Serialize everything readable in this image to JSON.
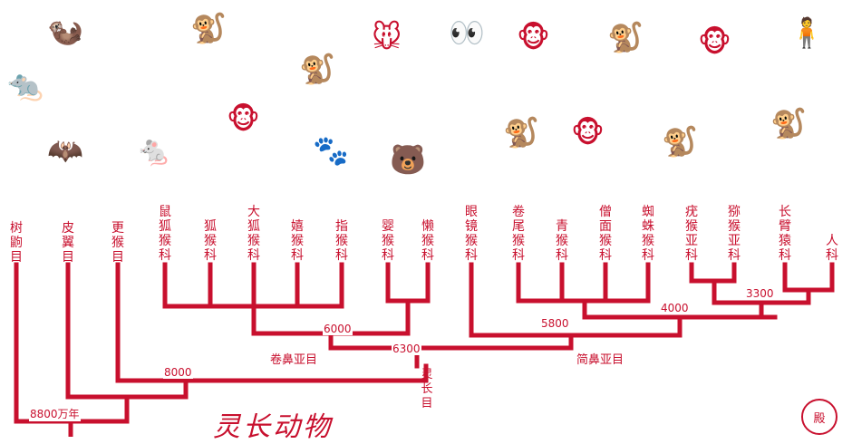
{
  "accent_color": "#c8102e",
  "title": "灵长动物",
  "seal_text": "殿",
  "taxa": [
    {
      "label": "树鼩目",
      "icon": "treeshrew-icon"
    },
    {
      "label": "皮翼目",
      "icon": "colugo-icon"
    },
    {
      "label": "更猴目",
      "icon": "plesiadapis-icon"
    },
    {
      "label": "鼠狐猴科",
      "icon": "mouse-lemur-icon"
    },
    {
      "label": "狐猴科",
      "icon": "ring-tailed-lemur-icon"
    },
    {
      "label": "大狐猴科",
      "icon": "indri-icon"
    },
    {
      "label": "嬉猴科",
      "icon": "sportive-lemur-icon"
    },
    {
      "label": "指猴科",
      "icon": "aye-aye-icon"
    },
    {
      "label": "婴猴科",
      "icon": "galago-icon"
    },
    {
      "label": "懒猴科",
      "icon": "slow-loris-icon"
    },
    {
      "label": "眼镜猴科",
      "icon": "tarsier-icon"
    },
    {
      "label": "卷尾猴科",
      "icon": "capuchin-icon"
    },
    {
      "label": "青猴科",
      "icon": "night-monkey-icon"
    },
    {
      "label": "僧面猴科",
      "icon": "saki-icon"
    },
    {
      "label": "蜘蛛猴科",
      "icon": "spider-monkey-icon"
    },
    {
      "label": "疣猴亚科",
      "icon": "colobus-icon"
    },
    {
      "label": "猕猴亚科",
      "icon": "macaque-icon"
    },
    {
      "label": "长臂猿科",
      "icon": "gibbon-icon"
    },
    {
      "label": "人科",
      "icon": "human-icon"
    }
  ],
  "ages": [
    "8800万年",
    "8000",
    "6300",
    "6000",
    "5800",
    "4000",
    "3300"
  ],
  "clades": [
    "卷鼻亚目",
    "简鼻亚目",
    "灵长目"
  ]
}
